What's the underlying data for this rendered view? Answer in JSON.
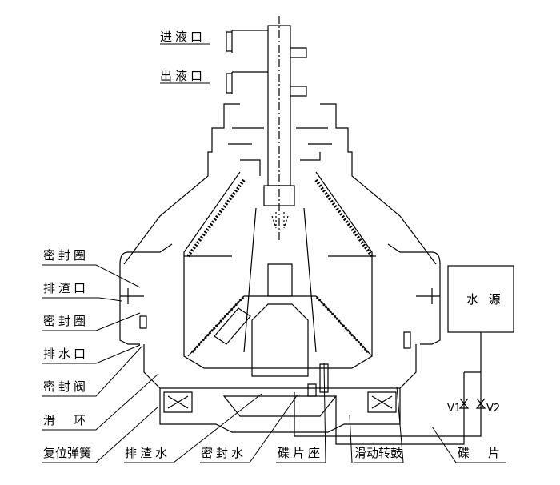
{
  "title_labels": {
    "inlet": "进液口",
    "outlet": "出液口"
  },
  "left_labels": [
    "密封圈",
    "排渣口",
    "密封圈",
    "排水口",
    "密封阀",
    "滑　环",
    "复位弹簧"
  ],
  "bottom_labels": [
    "排渣水",
    "密封水",
    "碟片座",
    "滑动转鼓",
    "碟　片"
  ],
  "water_source": "水 源",
  "valves": {
    "v1": "V1",
    "v2": "V2"
  }
}
